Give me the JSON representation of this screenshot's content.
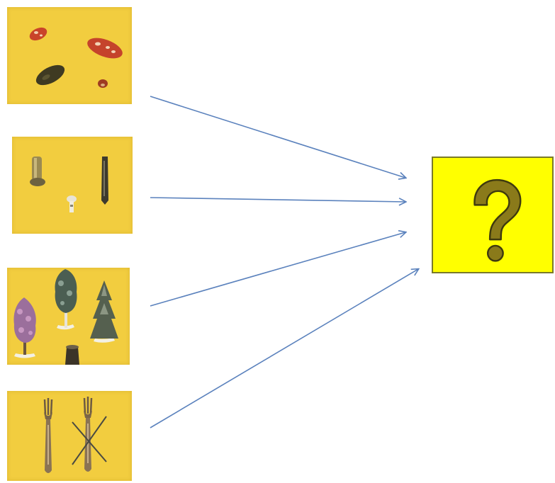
{
  "panels": [
    {
      "id": "panel-1",
      "content": "mushrooms-illustration"
    },
    {
      "id": "panel-2",
      "content": "dried-mushrooms-illustration"
    },
    {
      "id": "panel-3",
      "content": "trees-illustration"
    },
    {
      "id": "panel-4",
      "content": "forks-illustration"
    }
  ],
  "target": {
    "icon": "question-mark-icon"
  },
  "colors": {
    "panel_fill": "#f2cd3f",
    "target_fill": "#ffff00",
    "target_border": "#7a7a2a",
    "question_mark": "#8a7a1a",
    "arrow": "#5b82bd"
  }
}
